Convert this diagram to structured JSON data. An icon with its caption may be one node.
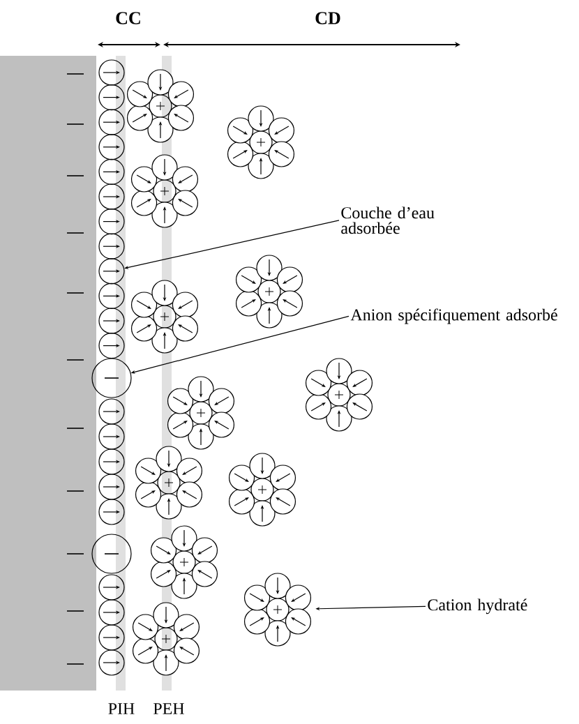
{
  "diagram": {
    "nodes": [
      {
        "text": [
          "Couche d’eau adsorbée"
        ]
      },
      {
        "text": [
          "Anion spécifiquement adsorbé"
        ]
      },
      {
        "text": [
          "Cation hydraté"
        ]
      },
      {
        "text": [],
        "shape": "circle"
      },
      {
        "text": [],
        "shape": "circle"
      },
      {
        "text": [],
        "shape": "circle"
      },
      {
        "text": [],
        "shape": "circle"
      },
      {
        "text": [],
        "shape": "circle"
      },
      {
        "text": [],
        "shape": "circle"
      },
      {
        "text": [],
        "shape": "circle"
      },
      {
        "text": [],
        "shape": "circle"
      },
      {
        "text": [],
        "shape": "circle"
      },
      {
        "text": [],
        "shape": "circle"
      },
      {
        "text": [],
        "shape": "circle"
      },
      {
        "text": [],
        "shape": "circle"
      },
      {
        "text": [],
        "shape": "circle"
      },
      {
        "text": [],
        "shape": "circle"
      },
      {
        "text": [],
        "shape": "circle"
      },
      {
        "text": [],
        "shape": "circle"
      },
      {
        "text": [],
        "shape": "circle"
      },
      {
        "text": [],
        "shape": "circle"
      },
      {
        "text": [],
        "shape": "circle"
      },
      {
        "text": [],
        "shape": "circle"
      },
      {
        "text": [],
        "shape": "circle"
      },
      {
        "text": [],
        "shape": "circle"
      },
      {
        "text": [],
        "shape": "circle"
      },
      {
        "text": [],
        "shape": "circle"
      },
      {
        "text": [],
        "shape": "circle"
      },
      {
        "text": [],
        "shape": "circle"
      },
      {
        "text": [],
        "shape": "circle"
      },
      {
        "text": [],
        "shape": "circle"
      },
      {
        "text": [],
        "shape": "circle"
      },
      {
        "text": [],
        "shape": "circle"
      },
      {
        "text": [],
        "shape": "circle"
      },
      {
        "text": [],
        "shape": "circle"
      },
      {
        "text": [],
        "shape": "circle"
      },
      {
        "text": [],
        "shape": "circle"
      },
      {
        "text": [],
        "shape": "circle"
      }
    ],
    "edges": [
      {
        "from": 0,
        "to": 11,
        "arrow": "to"
      },
      {
        "from": 1,
        "to": 24,
        "arrow": "to"
      },
      {
        "from": 2,
        "to": 37,
        "arrow": "to"
      }
    ],
    "labels": [
      "CC",
      "CD",
      "PIH",
      "PEH"
    ]
  }
}
